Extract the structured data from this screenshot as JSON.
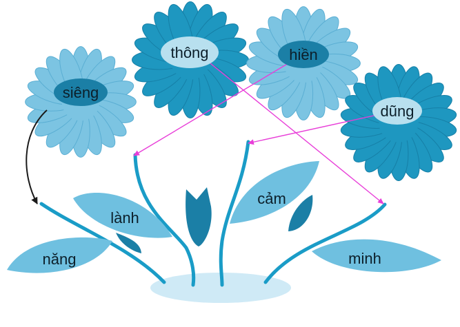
{
  "flowers": [
    {
      "id": "sieng",
      "text": "siêng",
      "color": "light-blue"
    },
    {
      "id": "thong",
      "text": "thông",
      "color": "medium-blue"
    },
    {
      "id": "hien",
      "text": "hiền",
      "color": "light-blue"
    },
    {
      "id": "dung",
      "text": "dũng",
      "color": "medium-blue"
    }
  ],
  "leaves": [
    {
      "id": "nang",
      "text": "năng"
    },
    {
      "id": "lanh",
      "text": "lành"
    },
    {
      "id": "cam",
      "text": "cảm"
    },
    {
      "id": "minh",
      "text": "minh"
    }
  ],
  "connections": [
    {
      "from": "siêng",
      "to": "năng",
      "color": "#1a1a1a"
    },
    {
      "from": "hiền",
      "to": "lành",
      "color": "#e83ed8"
    },
    {
      "from": "dũng",
      "to": "cảm",
      "color": "#e83ed8"
    },
    {
      "from": "thông",
      "to": "minh",
      "color": "#e83ed8"
    }
  ],
  "colors": {
    "petal_light": "#7cc4e2",
    "petal_medium": "#1e97c0",
    "center": "#1b7fa6",
    "leaf": "#6fc0e0",
    "stem": "#1a9cc7",
    "pond": "#cfeaf6",
    "arrow": "#e83ed8",
    "arrow_black": "#1a1a1a"
  }
}
